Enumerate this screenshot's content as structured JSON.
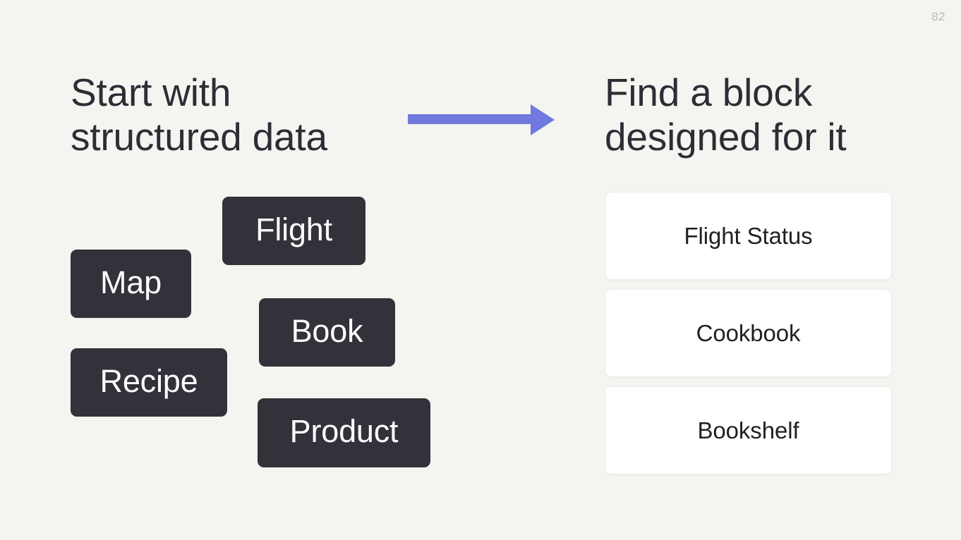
{
  "slide": {
    "background_color": "#f4f5f0",
    "page_number": "82"
  },
  "left": {
    "heading": "Start with\nstructured data",
    "chips": [
      {
        "label": "Flight",
        "name": "chip-flight"
      },
      {
        "label": "Map",
        "name": "chip-map"
      },
      {
        "label": "Book",
        "name": "chip-book"
      },
      {
        "label": "Recipe",
        "name": "chip-recipe"
      },
      {
        "label": "Product",
        "name": "chip-product"
      }
    ],
    "chip_fill_color": "#35313b",
    "chip_text_color": "#fdfdfd"
  },
  "arrow": {
    "name": "arrow-right-icon",
    "color": "#7079dd",
    "direction": "right"
  },
  "right": {
    "heading": "Find a block\ndesigned for it",
    "cards": [
      {
        "label": "Flight Status"
      },
      {
        "label": "Cookbook"
      },
      {
        "label": "Bookshelf"
      }
    ],
    "card_fill_color": "#ffffff",
    "card_text_color": "#231f20"
  }
}
